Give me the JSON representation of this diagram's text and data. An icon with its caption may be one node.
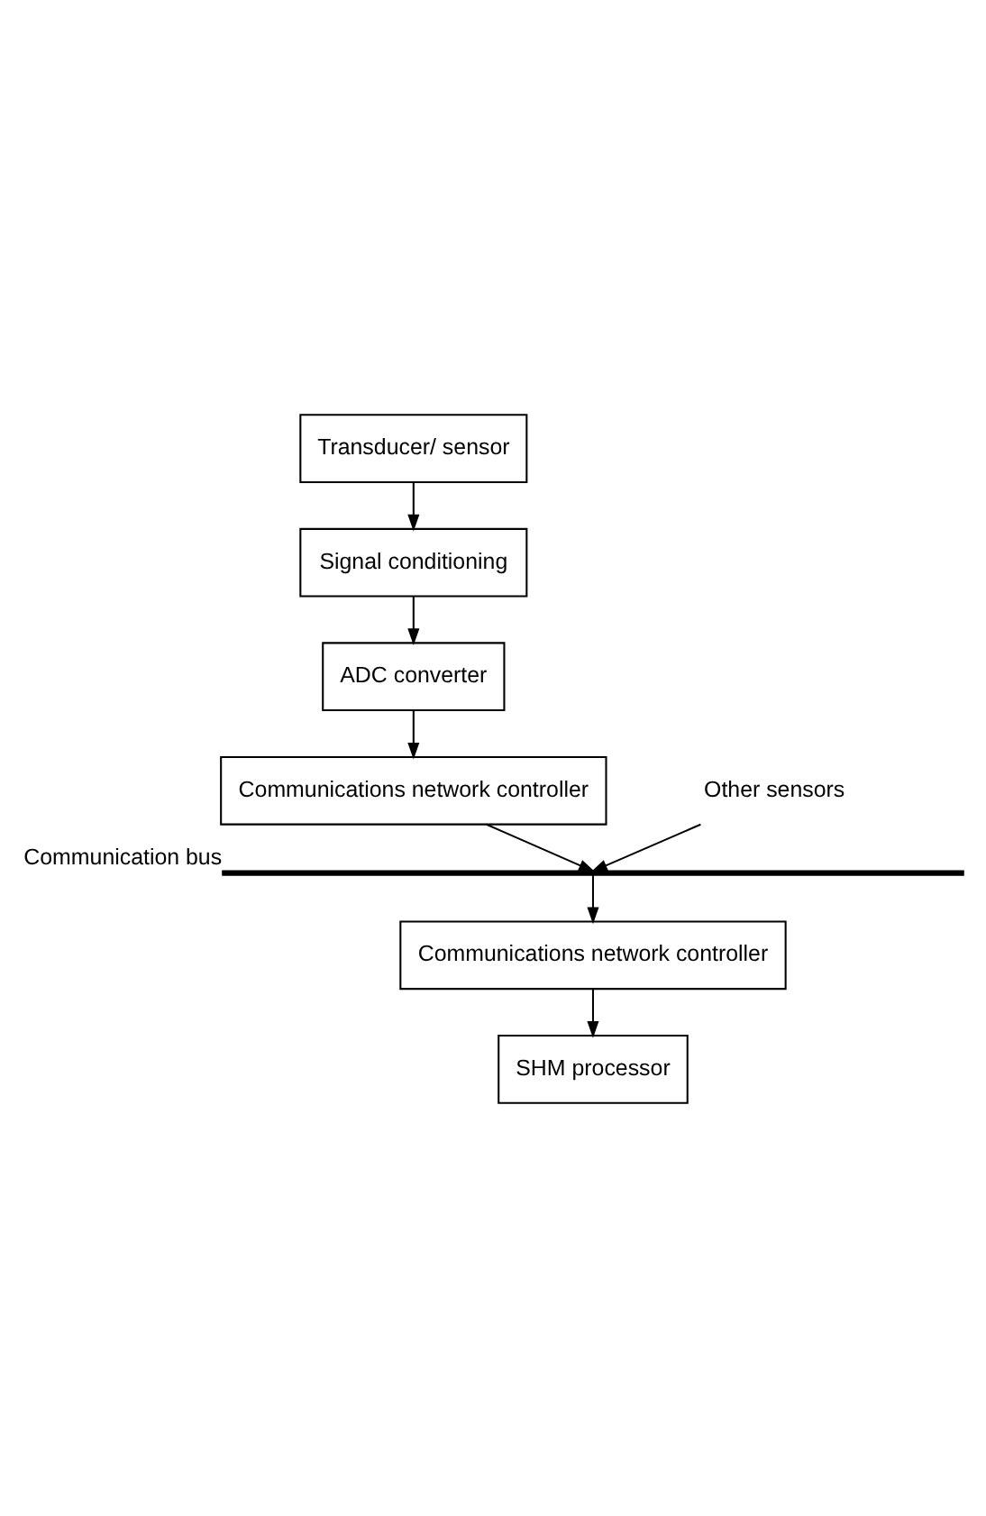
{
  "diagram": {
    "nodes": [
      {
        "text": [
          "Transducer/ sensor"
        ]
      },
      {
        "text": [
          "Signal conditioning"
        ]
      },
      {
        "text": [
          "ADC converter"
        ]
      },
      {
        "text": [
          "Communications network controller"
        ]
      },
      {
        "text": [],
        "shape": "bar",
        "beside": [
          "Communication bus"
        ]
      },
      {
        "text": [
          "Other sensors"
        ]
      },
      {
        "text": [
          "Communications network controller"
        ]
      },
      {
        "text": [
          "SHM processor"
        ]
      }
    ],
    "edges": [
      {
        "from": 0,
        "to": 1,
        "arrow": "to"
      },
      {
        "from": 1,
        "to": 2,
        "arrow": "to"
      },
      {
        "from": 2,
        "to": 3,
        "arrow": "to"
      },
      {
        "from": 3,
        "to": 4,
        "arrow": "to"
      },
      {
        "from": 5,
        "to": 4,
        "arrow": "to"
      },
      {
        "from": 4,
        "to": 6,
        "arrow": "to"
      },
      {
        "from": 6,
        "to": 7,
        "arrow": "to"
      }
    ]
  }
}
